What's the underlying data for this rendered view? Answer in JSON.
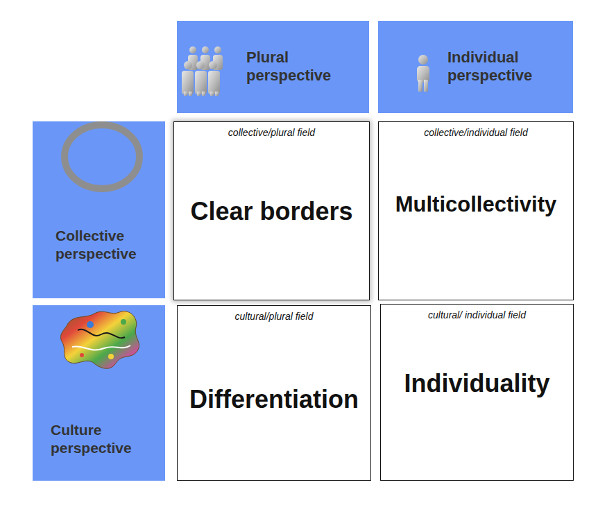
{
  "diagram": {
    "nodes": [
      {
        "text": [
          "Plural perspective"
        ]
      },
      {
        "text": [
          "Individual perspective"
        ]
      },
      {
        "text": [
          "Collective perspective"
        ]
      },
      {
        "text": [
          "collective/plural field",
          "Clear borders"
        ]
      },
      {
        "text": [
          "collective/individual field",
          "Multicollectivity"
        ]
      },
      {
        "text": [
          "Culture perspective"
        ]
      },
      {
        "text": [
          "cultural/plural field",
          "Differentiation"
        ]
      },
      {
        "text": [
          "cultural/ individual field",
          "Individuality"
        ]
      }
    ]
  }
}
